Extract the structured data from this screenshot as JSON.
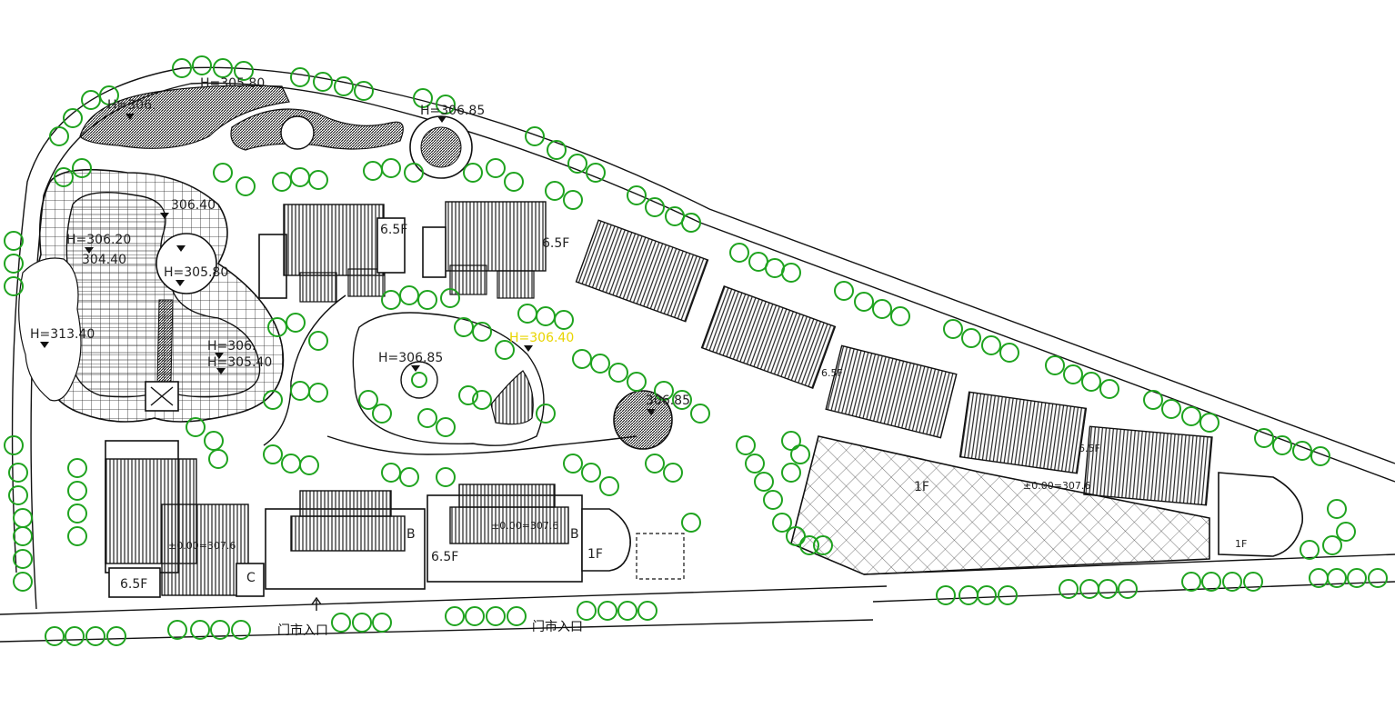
{
  "colors": {
    "tree": "#1fa31f",
    "line": "#111111",
    "highlight_label": "#e8d400",
    "hatch": "#222222"
  },
  "elevations": {
    "e1": "H=305.80",
    "e2": "H=306.85",
    "e3": "306.40",
    "e4": "H=306.20",
    "e5": "304.40",
    "e6": "H=305.80",
    "e7": "H=313.40",
    "e8": "H=306.",
    "e9": "H=305.40",
    "e10": "H=306.85",
    "e11": "H=306.40",
    "e12": "306.85",
    "e13": "H=306."
  },
  "floors": {
    "f1": "6.5F",
    "f2": "6.5F",
    "f3": "6.5F",
    "f4": "6.5F",
    "f5": "6.5F",
    "f6": "6.5F",
    "one1": "1F",
    "one2": "1F",
    "one3": "1F"
  },
  "building_marks": {
    "b1": "B",
    "b2": "B",
    "c1": "C",
    "roof1": "±0.00=307.6",
    "roof2": "±0.00=307.6",
    "roof3": "±0.00=307.6"
  },
  "entrances": {
    "e1": "门市入口",
    "e2": "门市入口"
  }
}
